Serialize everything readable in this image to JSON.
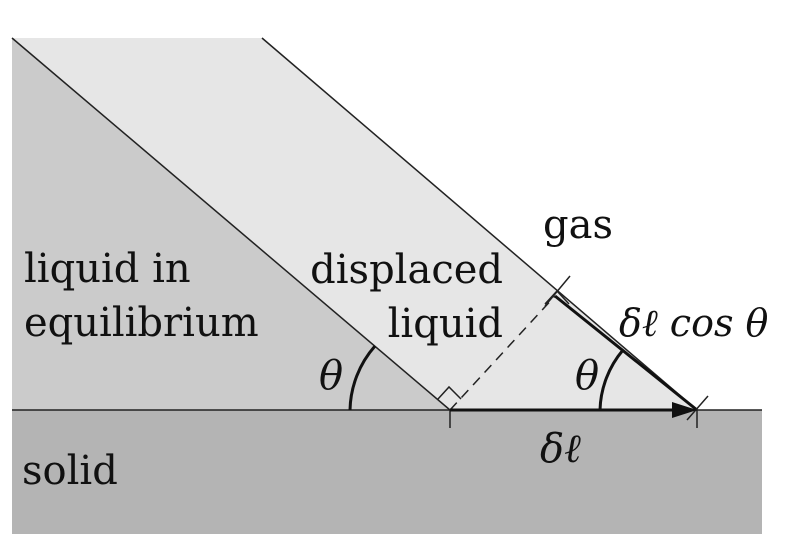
{
  "diagram": {
    "labels": {
      "liquid_in_equilibrium_line1": "liquid in",
      "liquid_in_equilibrium_line2": "equilibrium",
      "displaced_liquid_line1": "displaced",
      "displaced_liquid_line2": "liquid",
      "gas": "gas",
      "solid": "solid",
      "theta": "θ",
      "delta_l_cos_theta": "δℓ cos θ",
      "delta_l": "δℓ"
    },
    "colors": {
      "solid_fill": "#b4b4b4",
      "liquid_equilibrium_fill": "#cbcbcb",
      "displaced_liquid_fill": "#e6e6e6",
      "line": "#222222"
    }
  }
}
